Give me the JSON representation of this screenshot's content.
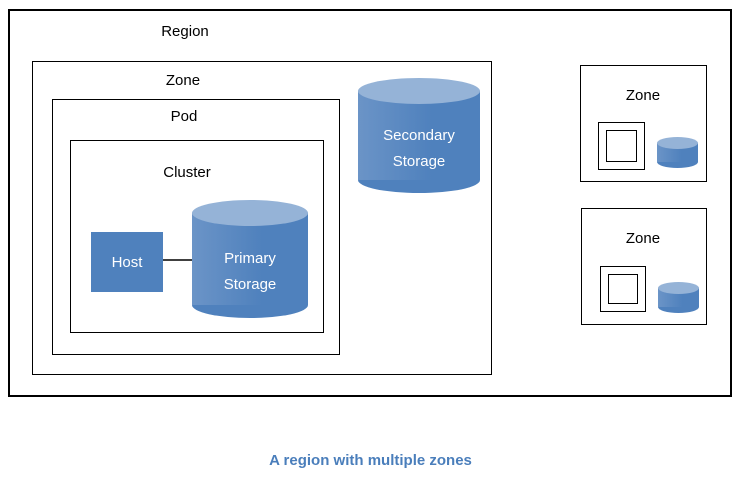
{
  "colors": {
    "shape_fill": "#4f81bd",
    "shape_fill_light": "#95b3d7",
    "shape_fill_highlight": "#6b94c7",
    "box_border": "#000000",
    "caption_text": "#4a7ebb",
    "connector": "#404040",
    "label_text": "#000000",
    "shape_label_text": "#ffffff",
    "background": "#ffffff"
  },
  "region": {
    "label": "Region",
    "main_zone": {
      "label": "Zone",
      "secondary_storage": {
        "line1": "Secondary",
        "line2": "Storage"
      },
      "pod": {
        "label": "Pod",
        "cluster": {
          "label": "Cluster",
          "host": {
            "label": "Host"
          },
          "primary_storage": {
            "line1": "Primary",
            "line2": "Storage"
          }
        }
      }
    },
    "zones_right": [
      {
        "label": "Zone"
      },
      {
        "label": "Zone"
      }
    ]
  },
  "caption": {
    "text": "A region with multiple zones"
  }
}
